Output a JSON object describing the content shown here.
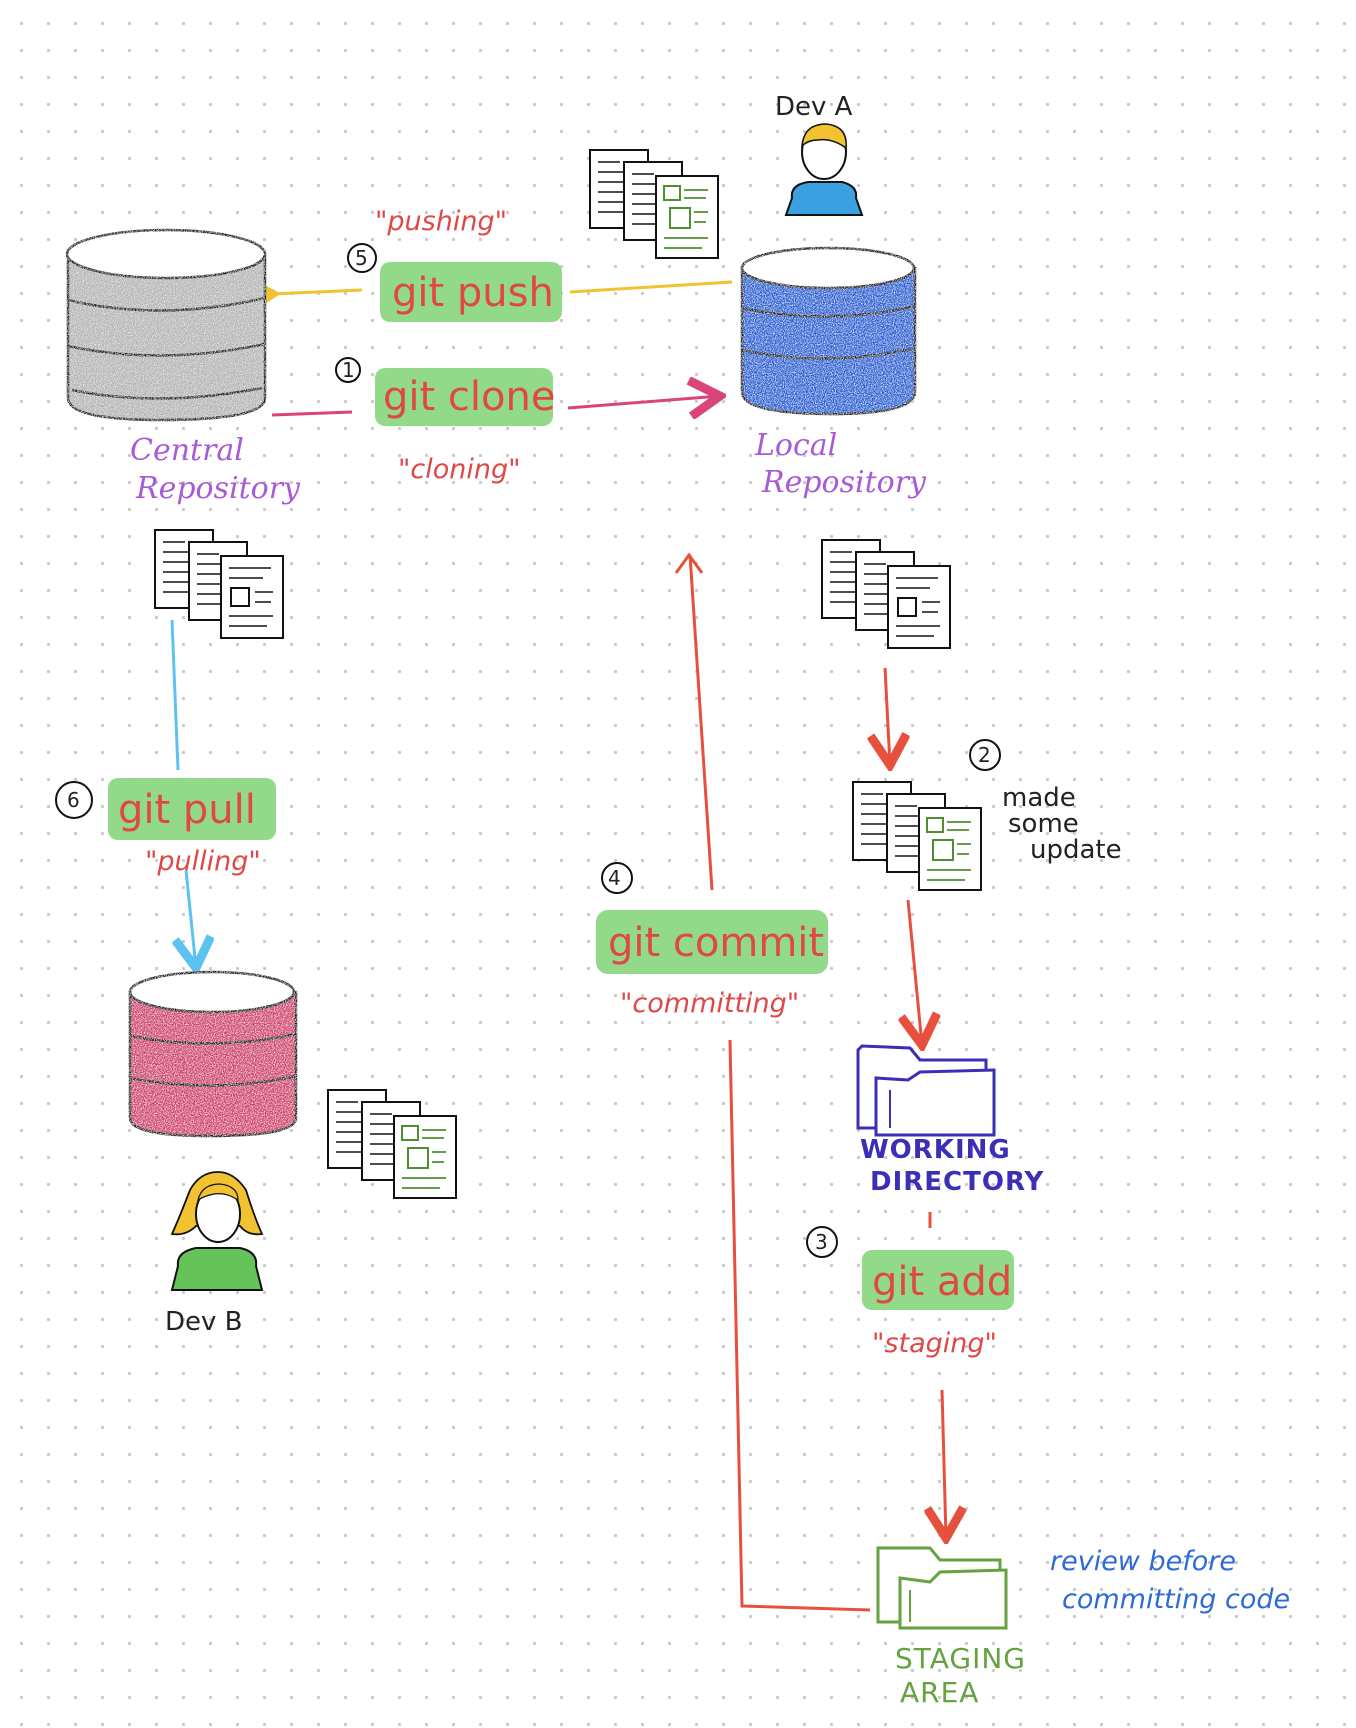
{
  "colors": {
    "central_repo": "#b5b5b5",
    "local_repo": "#1c62d6",
    "devb_repo": "#d23d6e",
    "command_bg": "#93d98a",
    "command_text": "#e04848",
    "push_arrow": "#f2c230",
    "clone_arrow": "#d9457a",
    "pull_arrow": "#5cc3f0",
    "flow_arrow": "#e8503e",
    "repo_label": "#a85bd6",
    "working_dir": "#3b2fb8",
    "staging_area": "#66a23f",
    "review_note": "#2d6bd6",
    "dev_a_shirt": "#3aa0e0",
    "dev_b_shirt": "#66c35a",
    "hair": "#f2c230"
  },
  "repositories": {
    "central": {
      "label_line1": "Central",
      "label_line2": "Repository"
    },
    "local": {
      "label_line1": "Local",
      "label_line2": "Repository"
    }
  },
  "developers": {
    "dev_a": "Dev A",
    "dev_b": "Dev B"
  },
  "steps": [
    {
      "number": "1",
      "command": "git clone",
      "verb": "\"cloning\""
    },
    {
      "number": "2",
      "note_line1": "made",
      "note_line2": "some",
      "note_line3": "update"
    },
    {
      "number": "3",
      "command": "git add",
      "verb": "\"staging\""
    },
    {
      "number": "4",
      "command": "git commit",
      "verb": "\"committing\""
    },
    {
      "number": "5",
      "command": "git push",
      "verb": "\"pushing\""
    },
    {
      "number": "6",
      "command": "git pull",
      "verb": "\"pulling\""
    }
  ],
  "areas": {
    "working_directory": {
      "line1": "WORKING",
      "line2": "DIRECTORY"
    },
    "staging_area": {
      "line1": "STAGING",
      "line2": "AREA"
    }
  },
  "review_note": {
    "line1": "review before",
    "line2": "committing code"
  },
  "icons": [
    "database-icon",
    "documents-icon",
    "folder-icon",
    "person-icon"
  ]
}
